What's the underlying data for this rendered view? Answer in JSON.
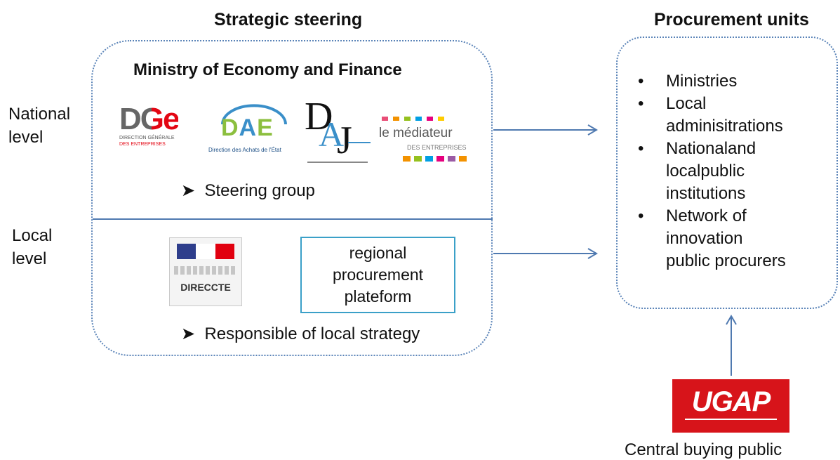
{
  "headers": {
    "strategic": "Strategic steering",
    "procurement": "Procurement units"
  },
  "levels": {
    "national": [
      "National",
      "level"
    ],
    "local": [
      "Local",
      "level"
    ]
  },
  "ministry": {
    "title": "Ministry of Economy and Finance",
    "steering": "Steering group",
    "responsible": "Responsible of local strategy"
  },
  "logos": {
    "dge": {
      "mark": "DGe",
      "line1": "DIRECTION GÉNÉRALE",
      "line2": "DES ENTREPRISES"
    },
    "dae": {
      "mark": "DAE",
      "caption": "Direction des Achats de l'État"
    },
    "daj": {
      "mark1": "D",
      "mark2": "A",
      "mark3": "J"
    },
    "mediateur": {
      "line1": "le médiateur",
      "line2": "DES ENTREPRISES"
    },
    "direccte": {
      "label": "DIRECCTE"
    },
    "ugap": {
      "mark": "UGAP"
    }
  },
  "regional": [
    "regional",
    "procurement",
    "plateform"
  ],
  "procurement_units": [
    [
      "Ministries"
    ],
    [
      "Local",
      "adminisitrations"
    ],
    [
      "Nationaland",
      "localpublic",
      "institutions"
    ],
    [
      "Network of",
      "innovation",
      "public procurers"
    ]
  ],
  "central": "Central buying public",
  "colors": {
    "box_border": "#5b84b8",
    "arrow": "#4f79b0",
    "regional_border": "#3ba0c8",
    "ugap_red": "#d7141a"
  }
}
